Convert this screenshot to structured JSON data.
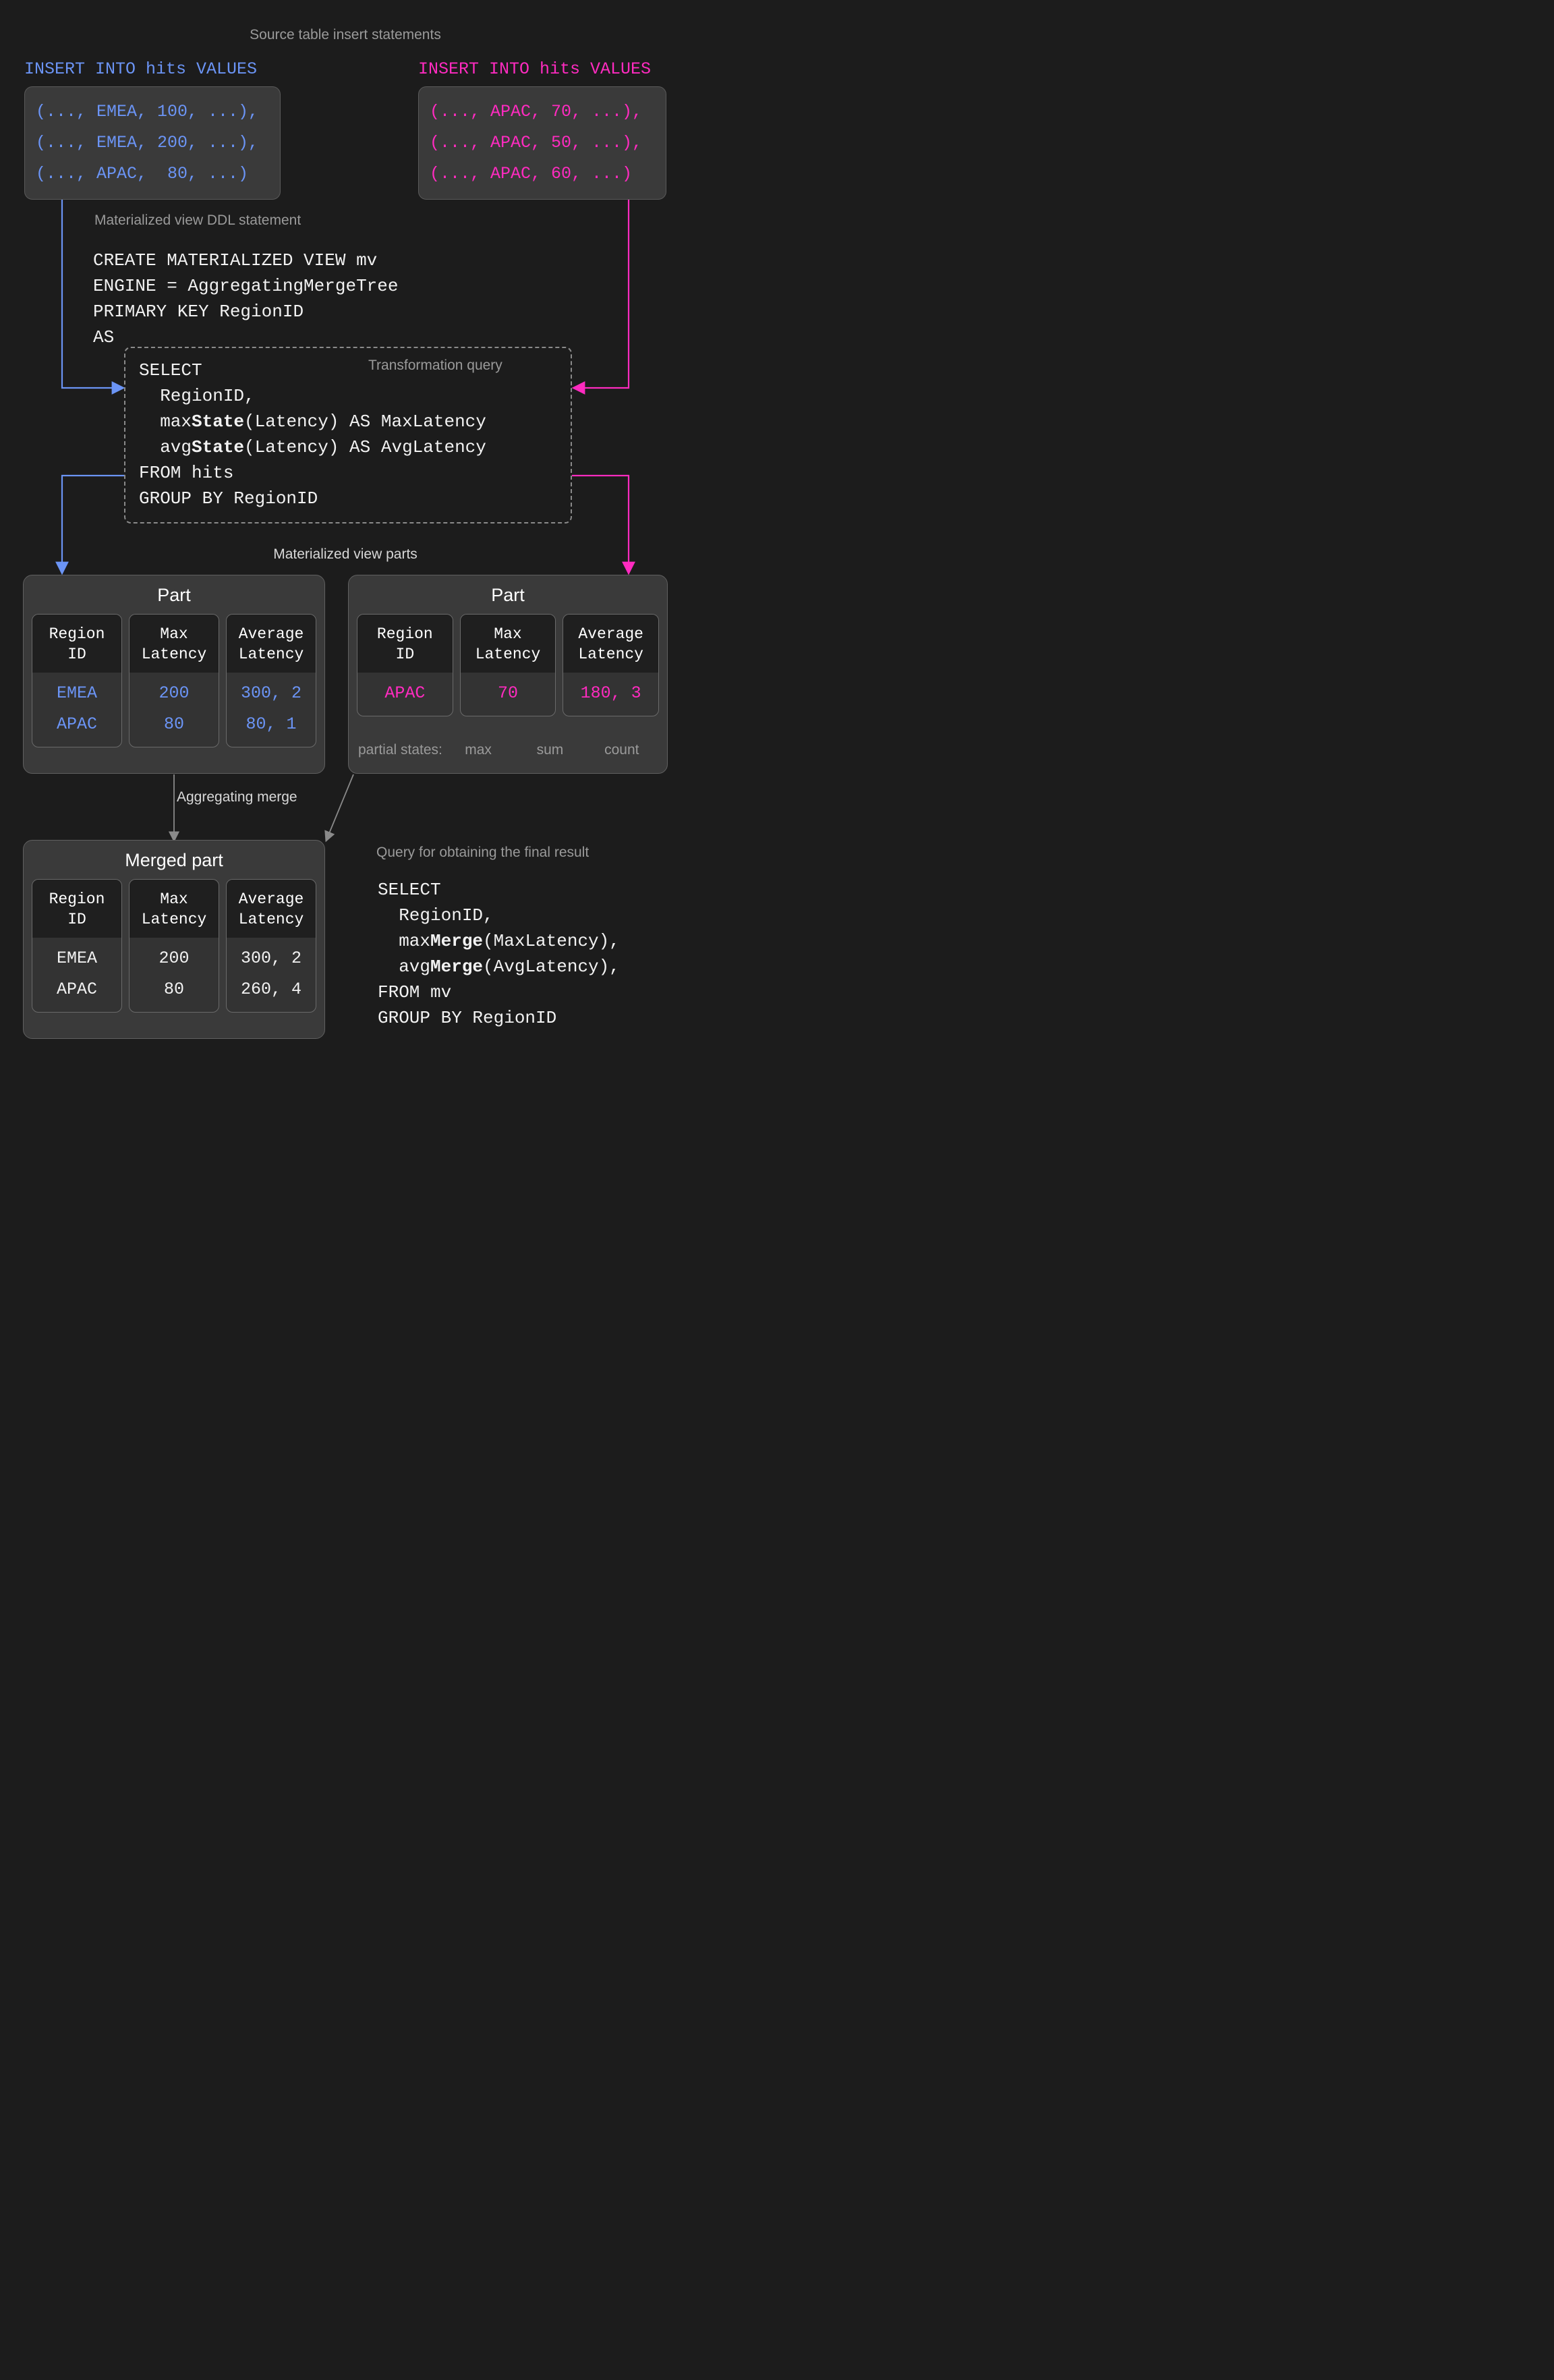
{
  "titles": {
    "source_inserts": "Source table insert statements",
    "ddl": "Materialized view DDL statement",
    "transformation_query": "Transformation query",
    "mv_parts": "Materialized view parts",
    "aggregating_merge": "Aggregating merge",
    "final_query": "Query for obtaining the final result"
  },
  "colors": {
    "blue": "#6b94f5",
    "pink": "#ff2bc0",
    "grey_caption": "#9a9a9a",
    "background": "#1c1c1c",
    "card": "#3a3a3a"
  },
  "insert_left": {
    "header": "INSERT INTO hits VALUES",
    "rows": [
      "(..., EMEA, 100, ...),",
      "(..., EMEA, 200, ...),",
      "(..., APAC,  80, ...)"
    ]
  },
  "insert_right": {
    "header": "INSERT INTO hits VALUES",
    "rows": [
      "(..., APAC, 70, ...),",
      "(..., APAC, 50, ...),",
      "(..., APAC, 60, ...)"
    ]
  },
  "ddl": {
    "lines": [
      "CREATE MATERIALIZED VIEW mv",
      "ENGINE = AggregatingMergeTree",
      "PRIMARY KEY RegionID",
      "AS"
    ]
  },
  "transformation_query": {
    "l1": "SELECT",
    "l2": "  RegionID,",
    "l3_pre": "  max",
    "l3_b": "State",
    "l3_post": "(Latency) AS MaxLatency",
    "l4_pre": "  avg",
    "l4_b": "State",
    "l4_post": "(Latency) AS AvgLatency",
    "l5": "FROM hits",
    "l6": "GROUP BY RegionID"
  },
  "part_left": {
    "title": "Part",
    "columns": [
      "Region\nID",
      "Max\nLatency",
      "Average\nLatency"
    ],
    "rows": [
      [
        "EMEA",
        "200",
        "300, 2"
      ],
      [
        "APAC",
        "80",
        "80, 1"
      ]
    ]
  },
  "part_right": {
    "title": "Part",
    "columns": [
      "Region\nID",
      "Max\nLatency",
      "Average\nLatency"
    ],
    "rows": [
      [
        "APAC",
        "70",
        "180, 3"
      ]
    ],
    "partial_states_label": "partial states:",
    "partial_states": [
      "max",
      "sum",
      "count"
    ]
  },
  "merged_part": {
    "title": "Merged part",
    "columns": [
      "Region\nID",
      "Max\nLatency",
      "Average\nLatency"
    ],
    "rows": [
      [
        "EMEA",
        "200",
        "300, 2"
      ],
      [
        "APAC",
        "80",
        "260, 4"
      ]
    ]
  },
  "final_query": {
    "l1": "SELECT",
    "l2": "  RegionID,",
    "l3_pre": "  max",
    "l3_b": "Merge",
    "l3_post": "(MaxLatency),",
    "l4_pre": "  avg",
    "l4_b": "Merge",
    "l4_post": "(AvgLatency),",
    "l5": "FROM mv",
    "l6": "GROUP BY RegionID"
  }
}
